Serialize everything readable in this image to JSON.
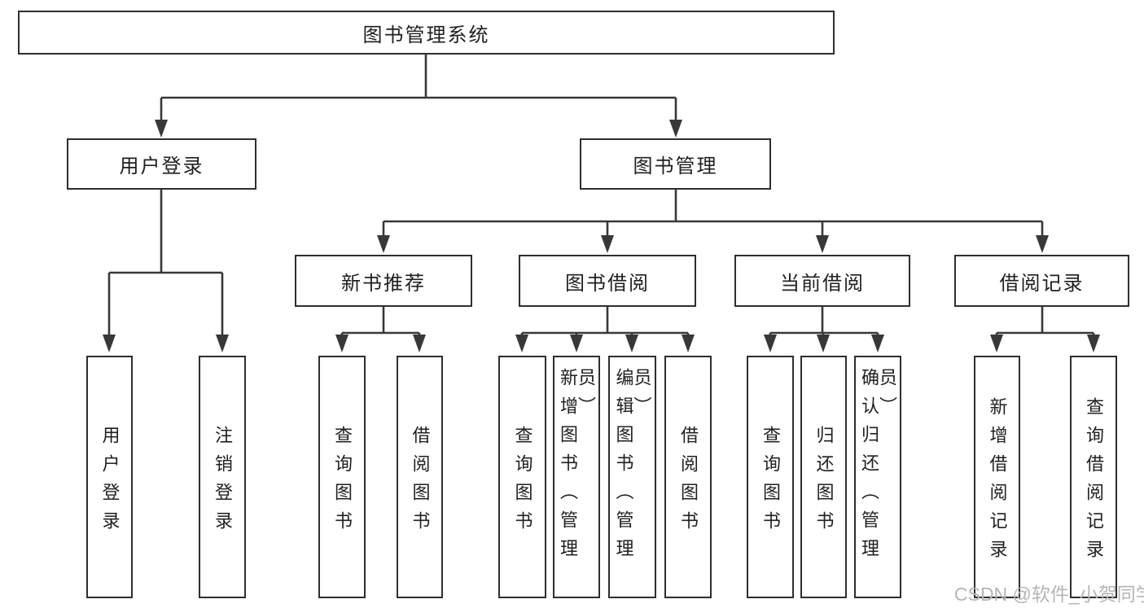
{
  "diagram": {
    "root": {
      "label": "图书管理系统"
    },
    "branches": [
      {
        "label": "用户登录",
        "children": [
          {
            "label": "用户登录"
          },
          {
            "label": "注销登录"
          }
        ]
      },
      {
        "label": "图书管理",
        "children": [
          {
            "label": "新书推荐",
            "children": [
              {
                "label": "查询图书"
              },
              {
                "label": "借阅图书"
              }
            ]
          },
          {
            "label": "图书借阅",
            "children": [
              {
                "label": "查询图书"
              },
              {
                "label": "新增图书（管理员）"
              },
              {
                "label": "编辑图书（管理员）"
              },
              {
                "label": "借阅图书"
              }
            ]
          },
          {
            "label": "当前借阅",
            "children": [
              {
                "label": "查询图书"
              },
              {
                "label": "归还图书"
              },
              {
                "label": "确认归还（管理员）"
              }
            ]
          },
          {
            "label": "借阅记录",
            "children": [
              {
                "label": "新增借阅记录"
              },
              {
                "label": "查询借阅记录"
              }
            ]
          }
        ]
      }
    ]
  },
  "watermark": {
    "text": "CSDN @软件_小贺同学"
  },
  "colors": {
    "line": "#383838",
    "box_border": "#2e2e2e",
    "box_bg": "#ffffff",
    "text": "#1f1f1f",
    "watermark": "#b5b5b5",
    "background": "#ffffff"
  }
}
